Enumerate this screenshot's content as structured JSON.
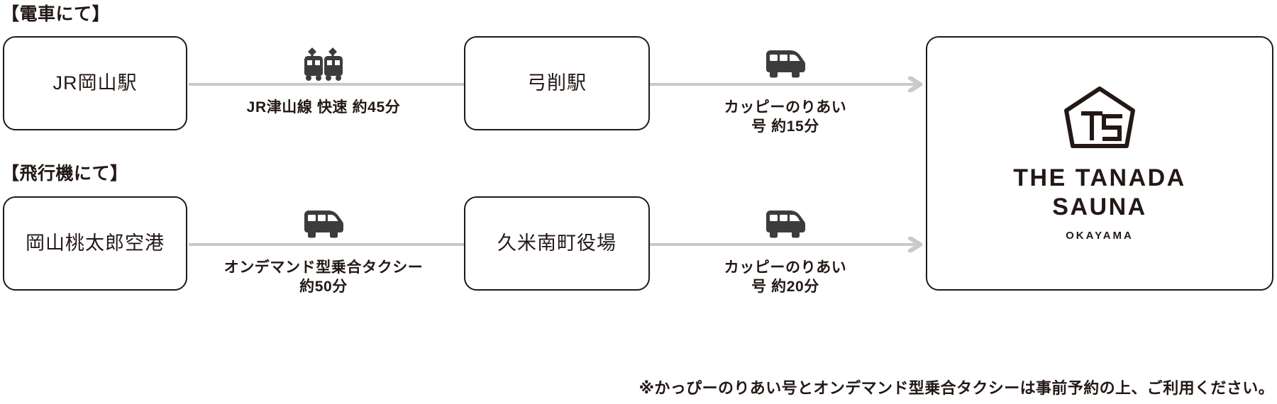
{
  "diagram": {
    "title_train": "【電車にて】",
    "title_plane": "【飛行機にて】",
    "footnote": "※かっぴーのりあい号とオンデマンド型乗合タクシーは事前予約の上、ご利用ください。",
    "colors": {
      "text": "#231815",
      "card_border": "#231815",
      "connector_line": "#c9c9c9",
      "connector_arrow": "#c9c9c9",
      "icon": "#3c3c3b",
      "background": "#ffffff"
    },
    "nodes": {
      "okayama_station": "JR岡山駅",
      "yuge_station": "弓削駅",
      "okayama_airport": "岡山桃太郎空港",
      "kumenan_townhall": "久米南町役場"
    },
    "destination": {
      "logo_icon": "house-ts-monogram-icon",
      "title_line1": "THE TANADA",
      "title_line2": "SAUNA",
      "subtitle": "OKAYAMA"
    },
    "routes": [
      {
        "id": "train-leg-1",
        "icon": "train-icon",
        "label": "JR津山線 快速 約45分",
        "from": "JR岡山駅",
        "to": "弓削駅"
      },
      {
        "id": "train-leg-2",
        "icon": "bus-icon",
        "label": "カッピーのりあい号 約15分",
        "from": "弓削駅",
        "to": "THE TANADA SAUNA"
      },
      {
        "id": "plane-leg-1",
        "icon": "bus-icon",
        "label": "オンデマンド型乗合タクシー\n約50分",
        "from": "岡山桃太郎空港",
        "to": "久米南町役場"
      },
      {
        "id": "plane-leg-2",
        "icon": "bus-icon",
        "label": "カッピーのりあい号 約20分",
        "from": "久米南町役場",
        "to": "THE TANADA SAUNA"
      }
    ]
  }
}
